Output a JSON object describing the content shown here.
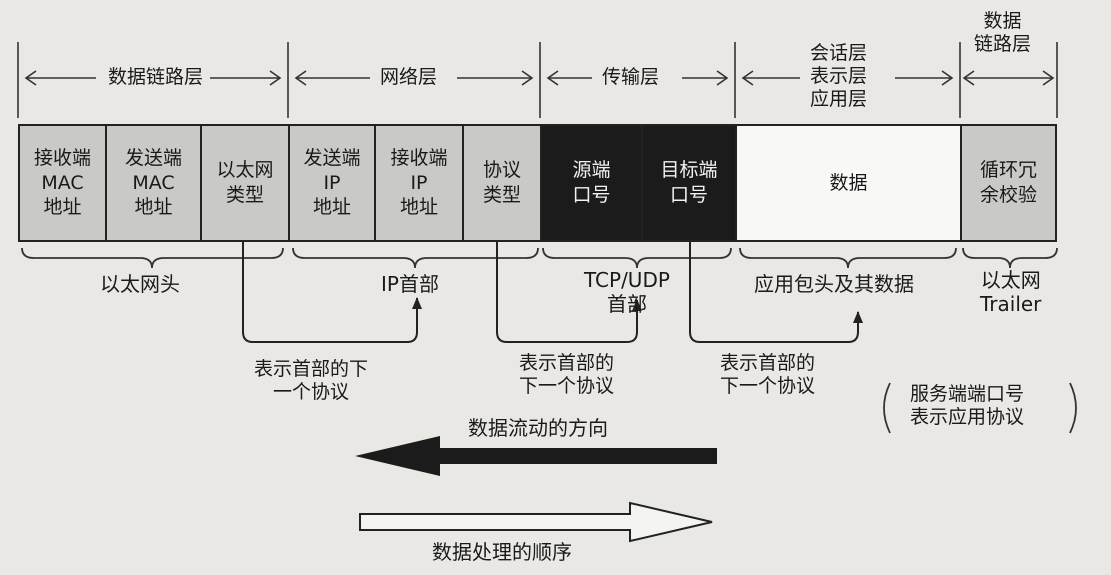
{
  "layers": {
    "datalink": "数据链路层",
    "network": "网络层",
    "transport": "传输层",
    "upper": "会话层\n表示层\n应用层",
    "datalink_tail": "数据\n链路层"
  },
  "fields": [
    {
      "text": "接收端\nMAC\n地址",
      "style": "gray"
    },
    {
      "text": "发送端\nMAC\n地址",
      "style": "gray"
    },
    {
      "text": "以太网\n类型",
      "style": "gray"
    },
    {
      "text": "发送端\nIP\n地址",
      "style": "gray"
    },
    {
      "text": "接收端\nIP\n地址",
      "style": "gray"
    },
    {
      "text": "协议\n类型",
      "style": "gray"
    },
    {
      "text": "源端\n口号",
      "style": "black"
    },
    {
      "text": "目标端\n口号",
      "style": "black"
    },
    {
      "text": "数据",
      "style": "white"
    },
    {
      "text": "循环冗\n余校验",
      "style": "gray"
    }
  ],
  "headers": {
    "ethernet": "以太网头",
    "ip": "IP首部",
    "tcpudp": "TCP/UDP\n首部",
    "app": "应用包头及其数据",
    "trailer": "以太网\nTrailer"
  },
  "notes": {
    "next1": "表示首部的下\n一个协议",
    "next2": "表示首部的\n下一个协议",
    "next3": "表示首部的\n下一个协议",
    "server_port": "服务端端口号\n表示应用协议"
  },
  "flow": {
    "direction": "数据流动的方向",
    "order": "数据处理的顺序"
  }
}
